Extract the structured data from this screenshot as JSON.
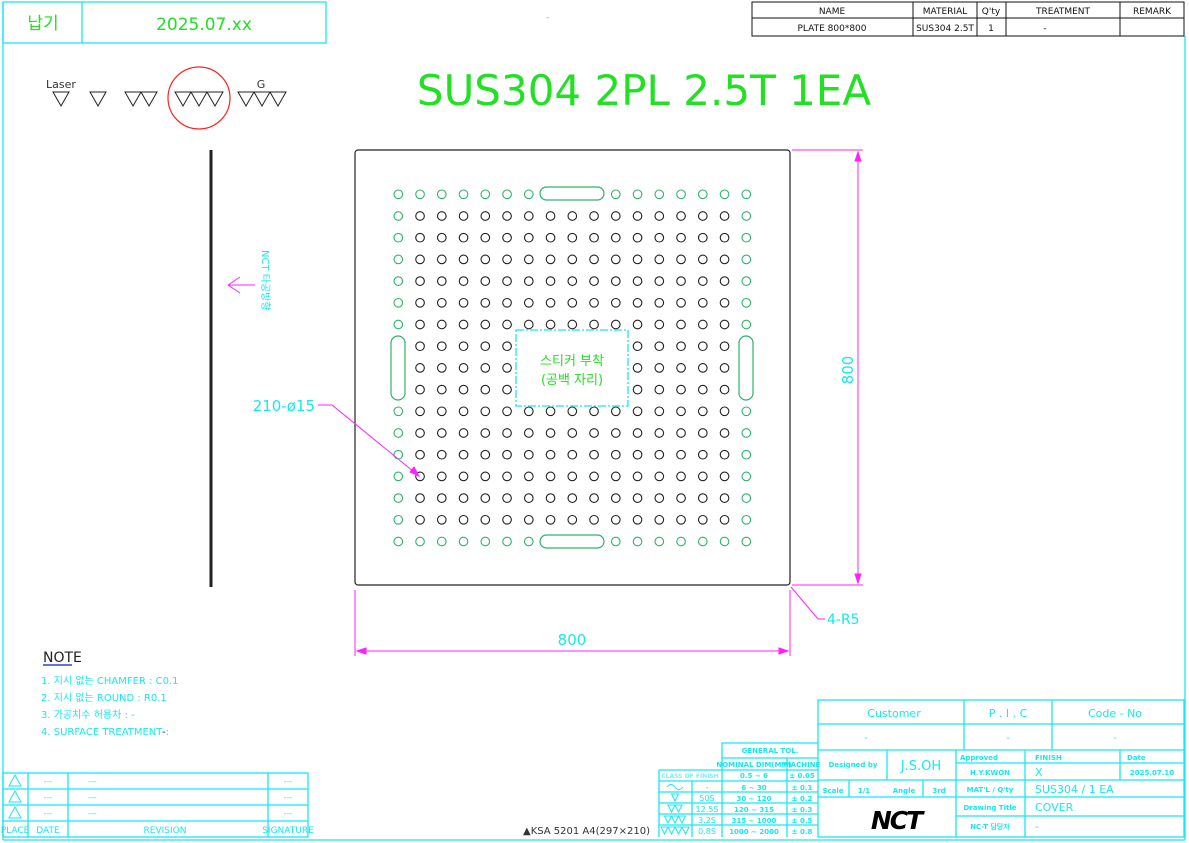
{
  "delivery": {
    "label": "납기",
    "date": "2025.07.xx"
  },
  "top_dash": "-",
  "parts_table": {
    "headers": [
      "NAME",
      "MATERIAL",
      "Q'ty",
      "TREATMENT",
      "REMARK"
    ],
    "row": [
      "PLATE 800*800",
      "SUS304 2.5T",
      "1",
      "-",
      ""
    ]
  },
  "finish_symbols": {
    "laser_label": "Laser",
    "g_label": "G",
    "selected_index": 3
  },
  "main_title": "SUS304 2PL 2.5T 1EA",
  "drawing": {
    "direction_label": "NCT 타공방향",
    "hole_callout": "210-ø15",
    "corner_callout": "4-R5",
    "width_dim": "800",
    "height_dim": "800",
    "sticker_line1": "스티커 부착",
    "sticker_line2": "(공백 자리)",
    "grid_cols": 17,
    "grid_rows": 17
  },
  "notes": {
    "title": "NOTE",
    "items": [
      "1. 지시 없는 CHAMFER : C0.1",
      "2. 지시 없는 ROUND : R0.1",
      "3. 가공치수 허용차 : -",
      "4. SURFACE TREATMENT :"
    ],
    "item4_value": "-"
  },
  "revision_table": {
    "rows": [
      [
        "---",
        "---",
        "---"
      ],
      [
        "---",
        "---",
        "---"
      ],
      [
        "---",
        "---",
        "---"
      ]
    ],
    "headers": [
      "PLACE",
      "DATE",
      "REVISION",
      "SIGNATURE"
    ]
  },
  "general_tol": {
    "title": "GENERAL TOL.",
    "nominal_header": "NOMINAL DIM(MM)",
    "machine_header": "MACHINE",
    "class_header": "CLASS OF FINISH",
    "first_row": {
      "range": "0.5  ~  6",
      "tol": "± 0.05"
    },
    "rows": [
      {
        "class": "-",
        "range": "6  ~  30",
        "tol": "± 0.1"
      },
      {
        "class": "50S",
        "range": "30  ~  120",
        "tol": "± 0.2"
      },
      {
        "class": "12.5S",
        "range": "120  ~  315",
        "tol": "± 0.3"
      },
      {
        "class": "3.2S",
        "range": "315  ~  1000",
        "tol": "± 0.5"
      },
      {
        "class": "0.8S",
        "range": "1000  ~  2000",
        "tol": "± 0.8"
      }
    ]
  },
  "title_block": {
    "customer_label": "Customer",
    "pic_label": "P . I . C",
    "code_label": "Code - No",
    "customer": "-",
    "pic": "-",
    "code": "-",
    "designed_label": "Designed by",
    "designed": "J.S.OH",
    "approved_label": "Approved",
    "approved": "H.Y.KWON",
    "finish_label": "FINISH",
    "finish": "X",
    "date_label": "Date",
    "date": "2025.07.10",
    "scale_label": "Scale",
    "scale": "1/1",
    "angle_label": "Angle",
    "angle": "3rd",
    "matl_label": "MAT'L / Q'ty",
    "matl": "SUS304 / 1 EA",
    "title_label": "Drawing Title",
    "title": "COVER",
    "nct_label": "NC-T 담당자",
    "nct": "-",
    "logo": "NCT"
  },
  "sheet_label": "▲KSA 5201 A4(297×210)",
  "colors": {
    "cyan": "#16e8f0",
    "green": "#22e022",
    "magenta": "#ff22ff",
    "red": "#ff2020",
    "hole_green": "#2db36a"
  }
}
